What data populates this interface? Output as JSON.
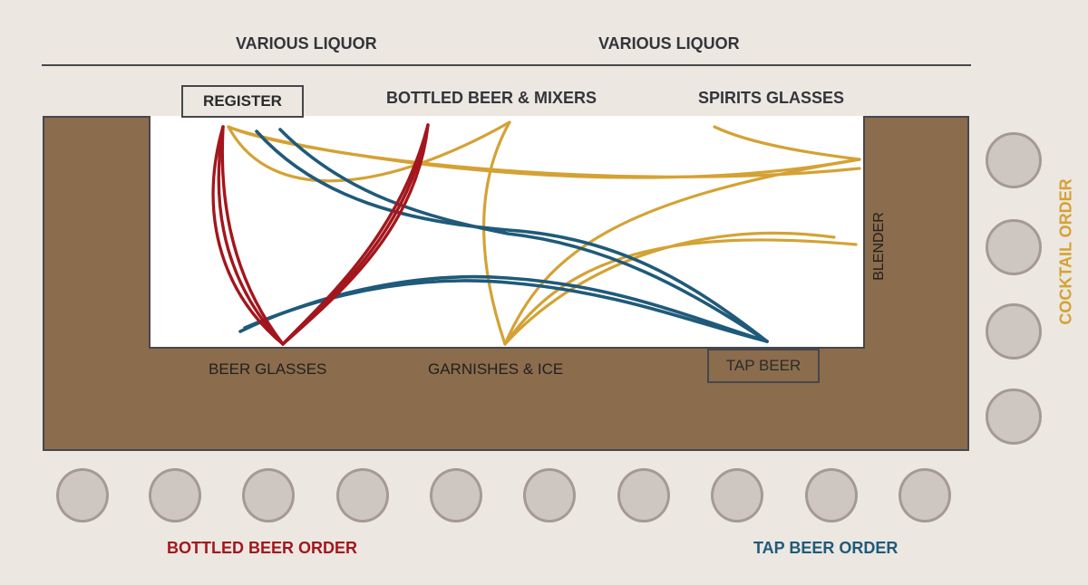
{
  "top_labels": {
    "liquor_left": "VARIOUS LIQUOR",
    "liquor_right": "VARIOUS LIQUOR"
  },
  "stations": {
    "register": "REGISTER",
    "bottled_beer_mixers": "BOTTLED BEER & MIXERS",
    "spirits_glasses": "SPIRITS GLASSES",
    "beer_glasses": "BEER GLASSES",
    "garnishes_ice": "GARNISHES & ICE",
    "tap_beer": "TAP BEER",
    "blender": "BLENDER"
  },
  "orders": {
    "bottled_beer": "BOTTLED BEER ORDER",
    "tap_beer": "TAP BEER ORDER",
    "cocktail": "COCKTAIL ORDER"
  },
  "colors": {
    "bottled_beer": "#a3161d",
    "tap_beer": "#1f5a7a",
    "cocktail": "#d4a234",
    "counter": "#8b6c4d",
    "background": "#ece7e1",
    "seat": "#cdc6c1"
  },
  "seats": {
    "bottom_count": 10,
    "side_count": 4
  }
}
